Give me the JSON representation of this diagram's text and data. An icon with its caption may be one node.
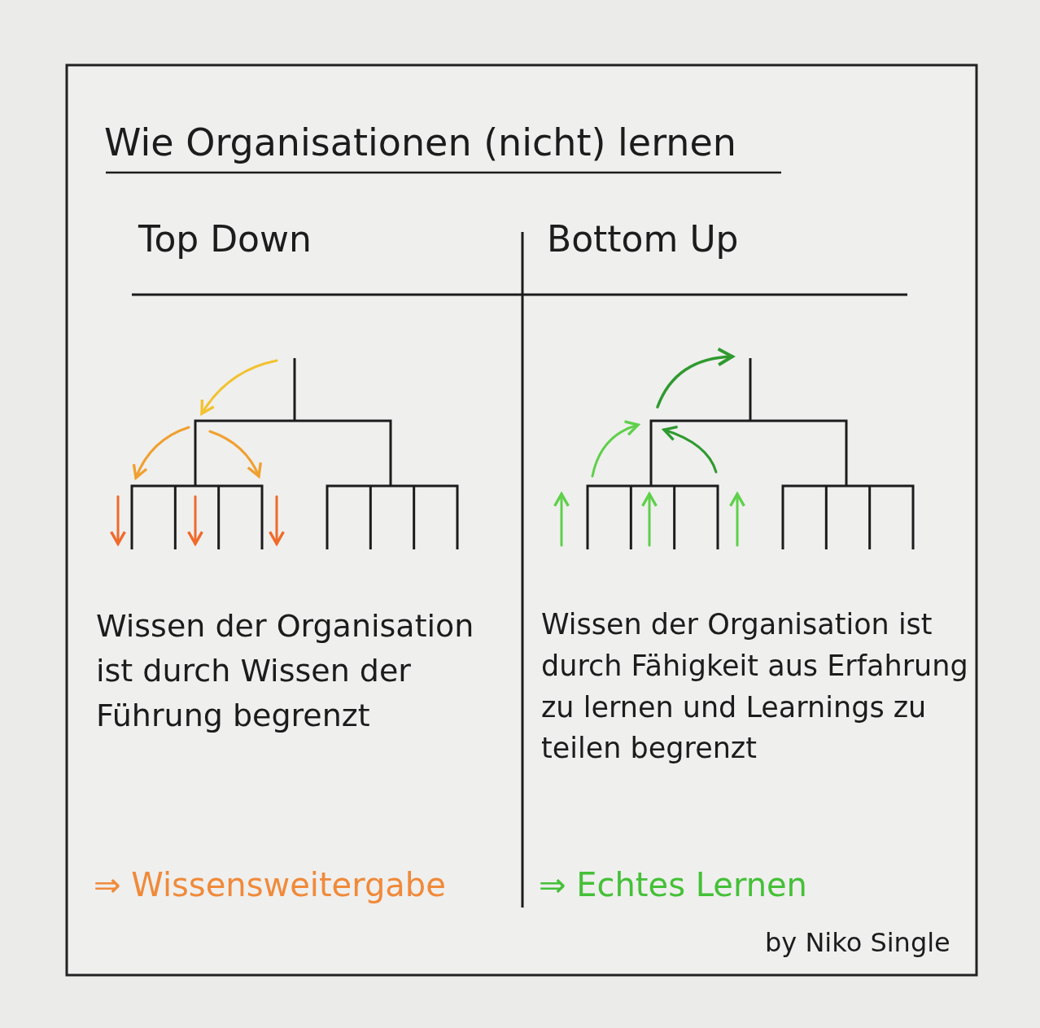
{
  "diagram": {
    "title": "Wie Organisationen (nicht) lernen",
    "labels": [
      "Top Down",
      "Bottom Up",
      "Wissen der Organisation ist durch Wissen der Führung begrenzt",
      "Wissen der Organisation ist durch Fähigkeit aus Erfahrung zu lernen und Learnings zu teilen begrenzt",
      "⇒ Wissensweitergabe",
      "⇒ Echtes Lernen",
      "by Niko Single"
    ]
  }
}
